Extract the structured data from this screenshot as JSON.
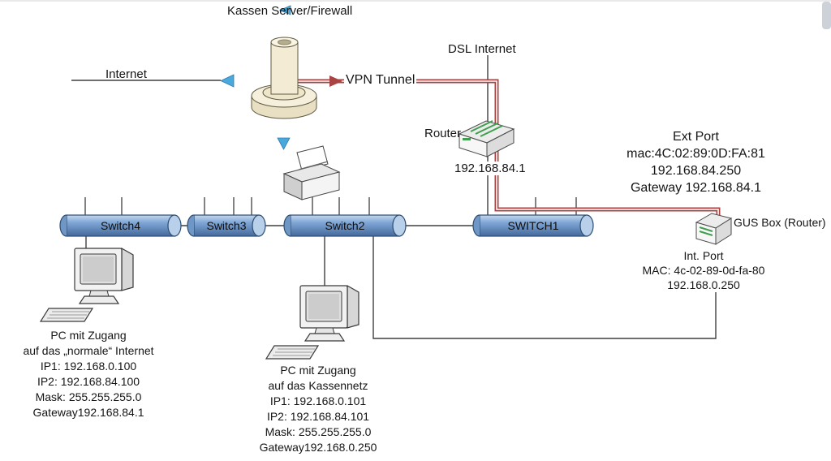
{
  "diagram": {
    "server_label": "Kassen Server/Firewall",
    "internet_label": "Internet",
    "vpn_label": "VPN Tunnel",
    "dsl_label": "DSL Internet",
    "router_label": "Router",
    "router_ip": "192.168.84.1",
    "ext_port": {
      "title": "Ext Port",
      "mac": "mac:4C:02:89:0D:FA:81",
      "ip": "192.168.84.250",
      "gateway": "Gateway 192.168.84.1"
    },
    "gus_label": "GUS Box (Router)",
    "int_port": {
      "title": "Int. Port",
      "mac": "MAC: 4c-02-89-0d-fa-80",
      "ip": "192.168.0.250"
    },
    "switches": [
      "Switch4",
      "Switch3",
      "Switch2",
      "SWITCH1"
    ],
    "pc1": {
      "name1": "PC mit Zugang",
      "name2": "auf das „normale“ Internet",
      "ip1": "IP1: 192.168.0.100",
      "ip2": "IP2: 192.168.84.100",
      "mask": "Mask: 255.255.255.0",
      "gateway": "Gateway192.168.84.1"
    },
    "pc2": {
      "name1": "PC mit Zugang",
      "name2": "auf das Kassennetz",
      "ip1": "IP1: 192.168.0.101",
      "ip2": "IP2: 192.168.84.101",
      "mask": "Mask: 255.255.255.0",
      "gateway": "Gateway192.168.0.250"
    }
  },
  "colors": {
    "vpn_red": "#a94442",
    "arrow_blue": "#4aa8dc",
    "line_gray": "#3f3f3f",
    "switch_blue": "#6f9ace",
    "icon_green": "#3f9e4f",
    "firewall_beige": "#f3ebd4"
  }
}
